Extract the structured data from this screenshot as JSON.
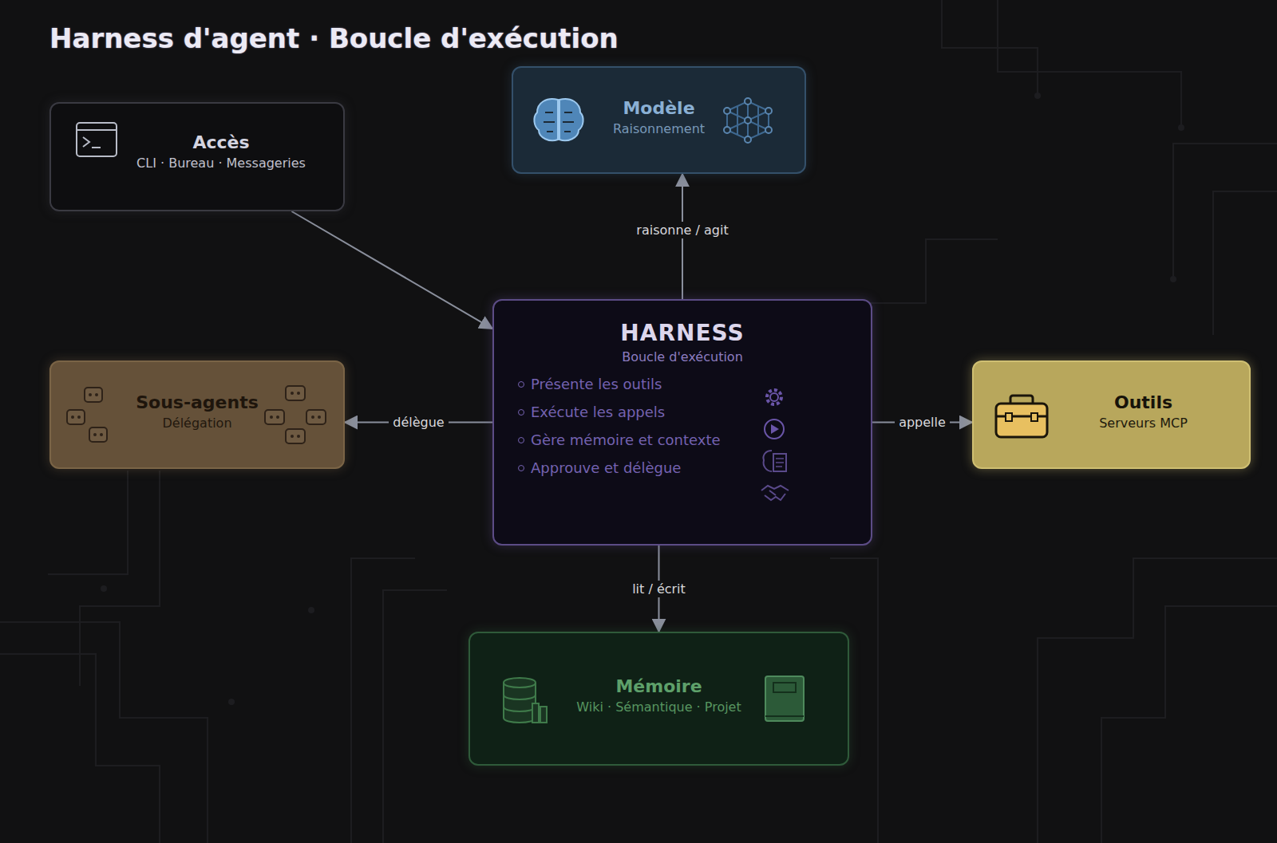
{
  "diagram": {
    "title": "Harness d'agent · Boucle d'exécution",
    "nodes": [
      {
        "text": [
          "Accès",
          "CLI · Bureau · Messageries"
        ]
      },
      {
        "text": [
          "Modèle",
          "Raisonnement"
        ]
      },
      {
        "text": [
          "Sous-agents",
          "Délégation"
        ]
      },
      {
        "text": [
          "HARNESS",
          "Boucle d'exécution",
          "Présente les outils",
          "Exécute les appels",
          "Gère mémoire et contexte",
          "Approuve et délègue"
        ]
      },
      {
        "text": [
          "Outils",
          "Serveurs MCP"
        ]
      },
      {
        "text": [
          "Mémoire",
          "Wiki · Sémantique · Projet"
        ]
      }
    ],
    "edges": [
      {
        "from": 0,
        "to": 3,
        "arrow": "to"
      },
      {
        "from": 3,
        "to": 1,
        "label": "raisonne / agit",
        "arrow": "to"
      },
      {
        "from": 3,
        "to": 2,
        "label": "délègue",
        "arrow": "to"
      },
      {
        "from": 3,
        "to": 4,
        "label": "appelle",
        "arrow": "to"
      },
      {
        "from": 3,
        "to": 5,
        "label": "lit / écrit",
        "arrow": "to"
      }
    ]
  }
}
